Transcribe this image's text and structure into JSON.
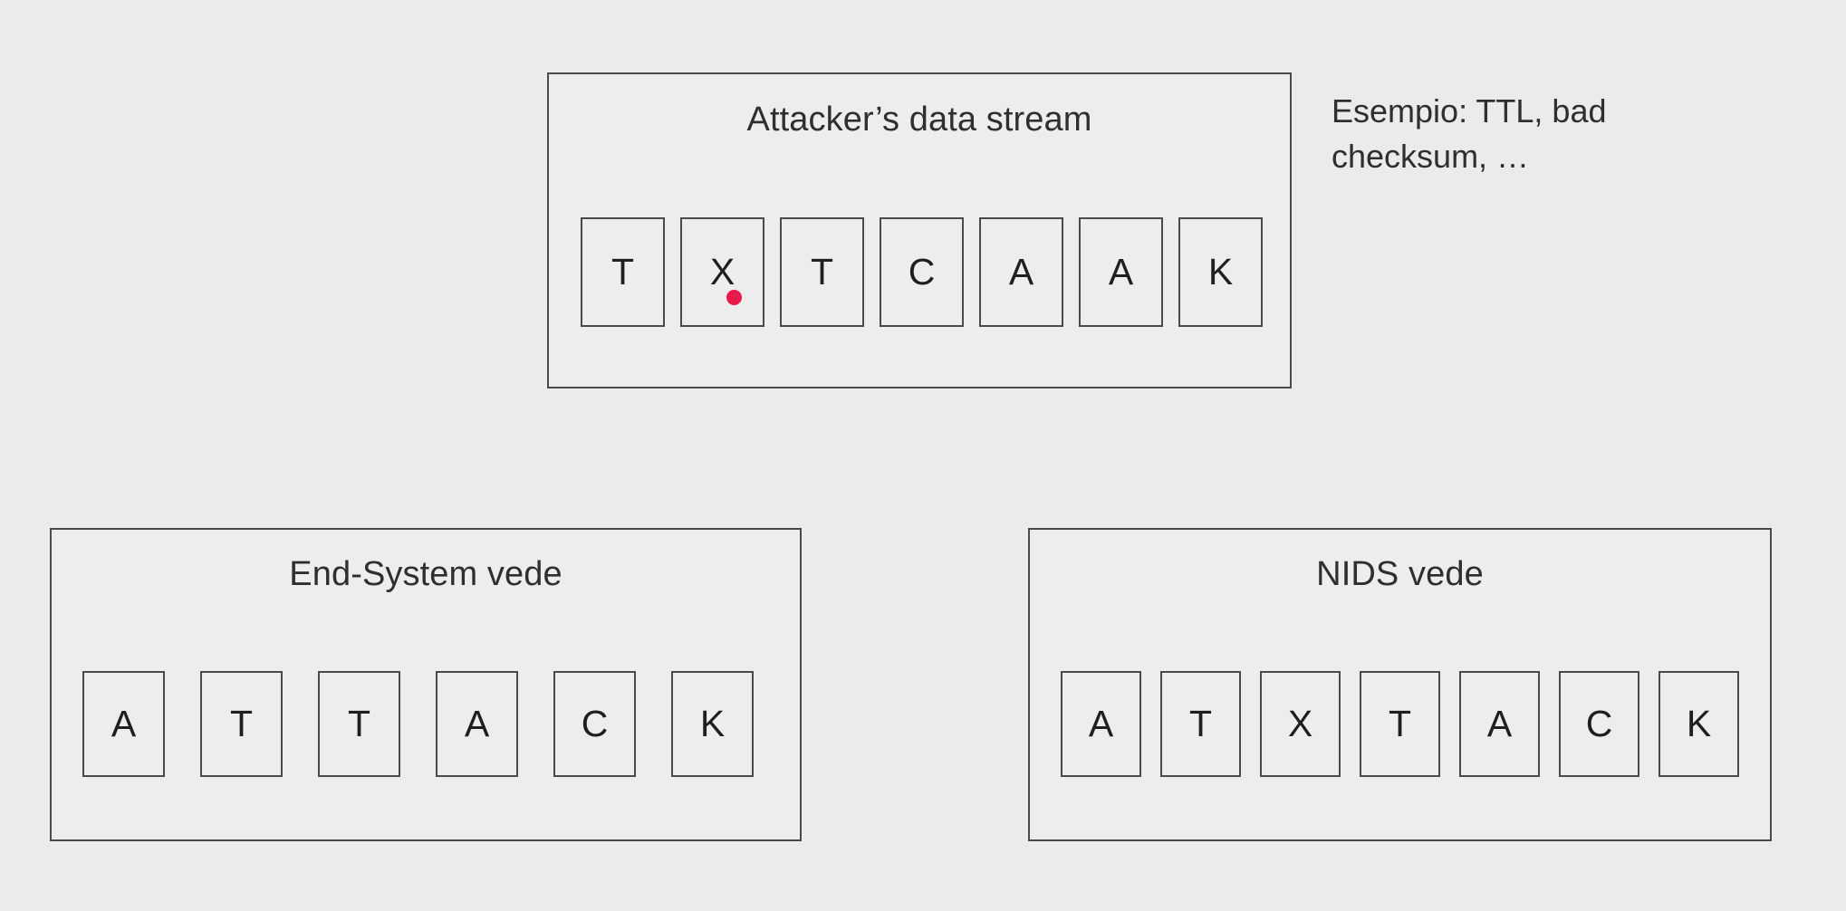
{
  "slide": {
    "background_color": "#ebebeb",
    "border_color": "#4a4a4a",
    "marker_color": "#e8194b",
    "text_color": "#2f2f2f"
  },
  "panels": {
    "attacker": {
      "title": "Attacker’s data stream",
      "cells": [
        {
          "letter": "T",
          "marker": false
        },
        {
          "letter": "X",
          "marker": true
        },
        {
          "letter": "T",
          "marker": false
        },
        {
          "letter": "C",
          "marker": false
        },
        {
          "letter": "A",
          "marker": false
        },
        {
          "letter": "A",
          "marker": false
        },
        {
          "letter": "K",
          "marker": false
        }
      ]
    },
    "end_system": {
      "title": "End-System vede",
      "cells": [
        {
          "letter": "A",
          "marker": false
        },
        {
          "letter": "T",
          "marker": false
        },
        {
          "letter": "T",
          "marker": false
        },
        {
          "letter": "A",
          "marker": false
        },
        {
          "letter": "C",
          "marker": false
        },
        {
          "letter": "K",
          "marker": false
        }
      ]
    },
    "nids": {
      "title": "NIDS vede",
      "cells": [
        {
          "letter": "A",
          "marker": false
        },
        {
          "letter": "T",
          "marker": false
        },
        {
          "letter": "X",
          "marker": false
        },
        {
          "letter": "T",
          "marker": false
        },
        {
          "letter": "A",
          "marker": false
        },
        {
          "letter": "C",
          "marker": false
        },
        {
          "letter": "K",
          "marker": false
        }
      ]
    }
  },
  "annotation": {
    "line1": "Esempio: TTL, bad",
    "line2": "checksum, …"
  }
}
